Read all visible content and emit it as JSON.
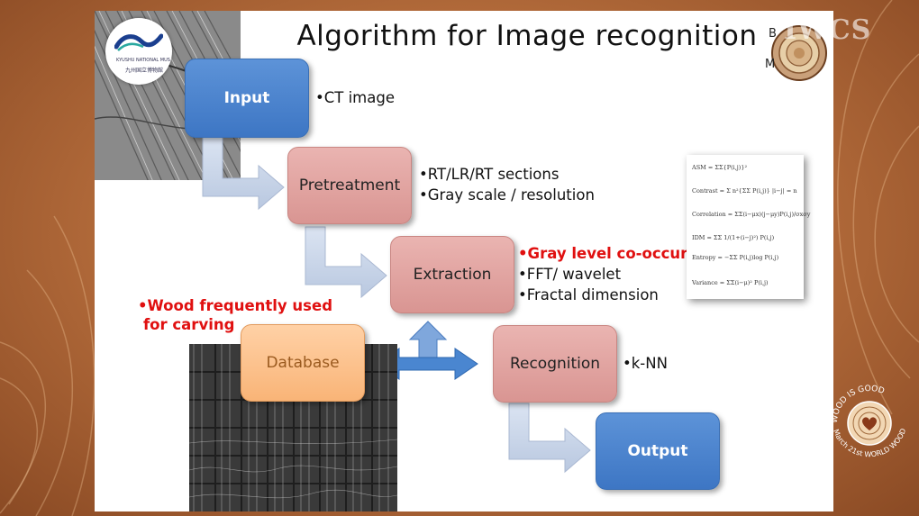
{
  "title": "Algorithm for Image recognition",
  "logos": {
    "museum_line1": "KYUSHU NATIONAL MUS",
    "museum_line2": "九州国立博物館",
    "bm_letters": [
      "B",
      "M"
    ],
    "iwcs": "IWCS"
  },
  "boxes": {
    "input": "Input",
    "pretreatment": "Pretreatment",
    "extraction": "Extraction",
    "database": "Database",
    "recognition": "Recognition",
    "output": "Output"
  },
  "bullets": {
    "input": [
      "•CT image"
    ],
    "pretreatment": [
      "•RT/LR/RT sections",
      "•Gray scale / resolution"
    ],
    "extraction": [
      "•Gray level co-occurrence matrix",
      "•FFT/ wavelet",
      "•Fractal dimension"
    ],
    "recognition": [
      "•k-NN"
    ]
  },
  "database_note": [
    "•Wood frequently used",
    "for carving"
  ],
  "formulas": [
    "ASM = ΣΣ{P(i,j)}²",
    "Contrast = Σ n²{ΣΣ P(i,j)}  |i−j| = n",
    "Correlation = ΣΣ(i−μx)(j−μy)P(i,j)/σxσy",
    "IDM = ΣΣ 1/(1+(i−j)²) P(i,j)",
    "Entropy = −ΣΣ P(i,j)log P(i,j)",
    "Variance = ΣΣ(i−μ)² P(i,j)"
  ],
  "seal": {
    "top_text": "WOOD IS GOOD",
    "bottom_text": "March 21st WORLD WOOD DAY"
  },
  "colors": {
    "blue_box": "#4a82cf",
    "pink_box": "#e3a7a4",
    "orange_box": "#fbbf86",
    "arrow": "#c9d6ea",
    "double_arrow": "#4a86d0",
    "highlight": "#e01010"
  }
}
